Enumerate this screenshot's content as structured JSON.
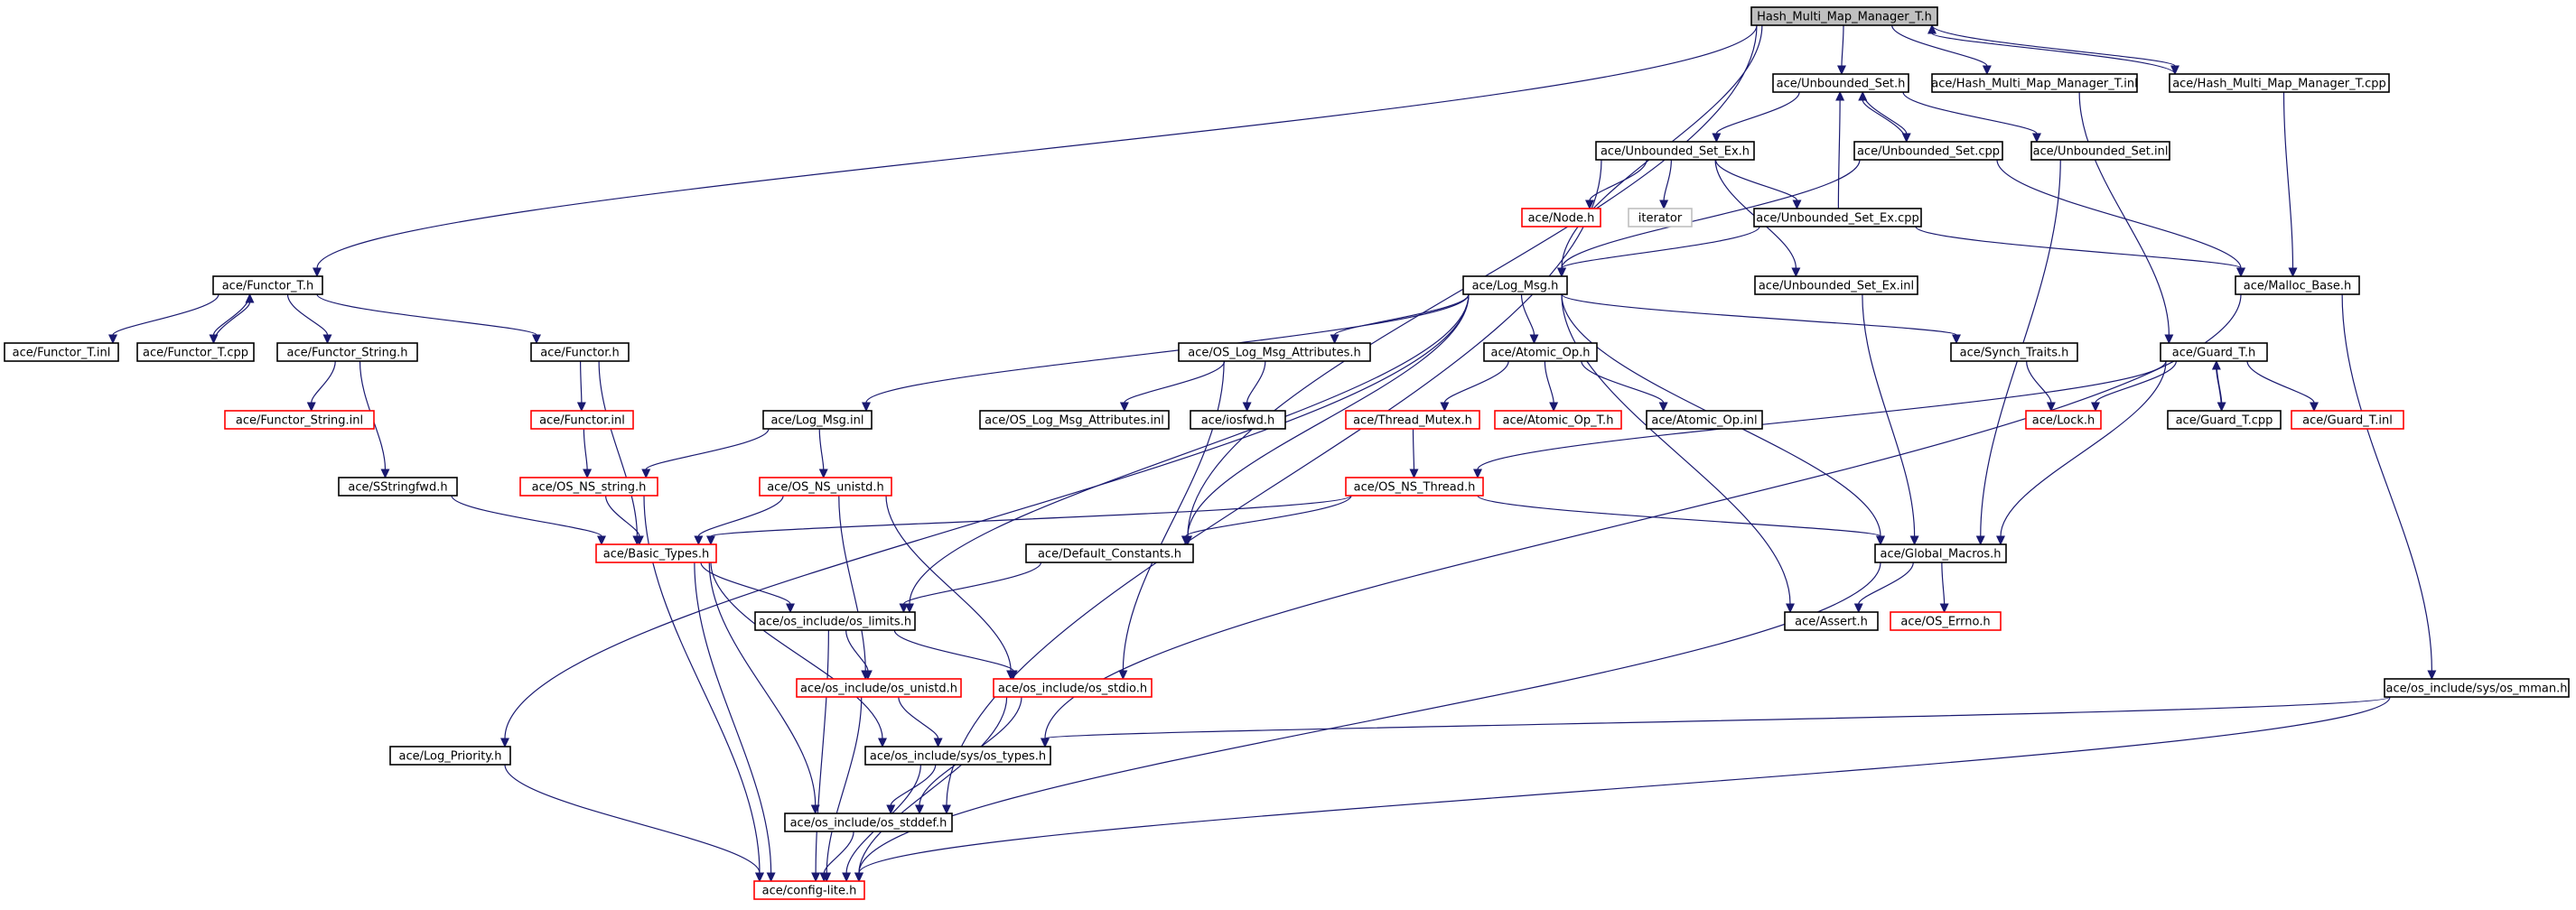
{
  "colors": {
    "edge": "#191970",
    "root_fill": "#bfbfbf",
    "normal_border": "#000000",
    "truncated_border": "#ff0000",
    "external_border": "#bfbfbf"
  },
  "nodes": [
    {
      "id": "root",
      "label": "Hash_Multi_Map_Manager_T.h",
      "style": "root"
    },
    {
      "id": "unbounded_set_h",
      "label": "ace/Unbounded_Set.h",
      "style": "normal"
    },
    {
      "id": "hmm_inl",
      "label": "ace/Hash_Multi_Map_Manager_T.inl",
      "style": "normal"
    },
    {
      "id": "hmm_cpp",
      "label": "ace/Hash_Multi_Map_Manager_T.cpp",
      "style": "normal"
    },
    {
      "id": "unbounded_set_ex_h",
      "label": "ace/Unbounded_Set_Ex.h",
      "style": "normal"
    },
    {
      "id": "unbounded_set_cpp",
      "label": "ace/Unbounded_Set.cpp",
      "style": "normal"
    },
    {
      "id": "unbounded_set_inl",
      "label": "ace/Unbounded_Set.inl",
      "style": "normal"
    },
    {
      "id": "node_h",
      "label": "ace/Node.h",
      "style": "truncated"
    },
    {
      "id": "iterator",
      "label": "iterator",
      "style": "external"
    },
    {
      "id": "unbounded_set_ex_cpp",
      "label": "ace/Unbounded_Set_Ex.cpp",
      "style": "normal"
    },
    {
      "id": "functor_t_h",
      "label": "ace/Functor_T.h",
      "style": "normal"
    },
    {
      "id": "log_msg_h",
      "label": "ace/Log_Msg.h",
      "style": "normal"
    },
    {
      "id": "unbounded_set_ex_inl",
      "label": "ace/Unbounded_Set_Ex.inl",
      "style": "normal"
    },
    {
      "id": "malloc_base_h",
      "label": "ace/Malloc_Base.h",
      "style": "normal"
    },
    {
      "id": "functor_t_inl",
      "label": "ace/Functor_T.inl",
      "style": "normal"
    },
    {
      "id": "functor_t_cpp",
      "label": "ace/Functor_T.cpp",
      "style": "normal"
    },
    {
      "id": "functor_string_h",
      "label": "ace/Functor_String.h",
      "style": "normal"
    },
    {
      "id": "functor_h",
      "label": "ace/Functor.h",
      "style": "normal"
    },
    {
      "id": "os_log_msg_attr_h",
      "label": "ace/OS_Log_Msg_Attributes.h",
      "style": "normal"
    },
    {
      "id": "atomic_op_h",
      "label": "ace/Atomic_Op.h",
      "style": "normal"
    },
    {
      "id": "synch_traits_h",
      "label": "ace/Synch_Traits.h",
      "style": "normal"
    },
    {
      "id": "guard_t_h",
      "label": "ace/Guard_T.h",
      "style": "normal"
    },
    {
      "id": "functor_string_inl",
      "label": "ace/Functor_String.inl",
      "style": "truncated"
    },
    {
      "id": "functor_inl",
      "label": "ace/Functor.inl",
      "style": "truncated"
    },
    {
      "id": "log_msg_inl",
      "label": "ace/Log_Msg.inl",
      "style": "normal"
    },
    {
      "id": "os_log_msg_attr_inl",
      "label": "ace/OS_Log_Msg_Attributes.inl",
      "style": "normal"
    },
    {
      "id": "iosfwd_h",
      "label": "ace/iosfwd.h",
      "style": "normal"
    },
    {
      "id": "thread_mutex_h",
      "label": "ace/Thread_Mutex.h",
      "style": "truncated"
    },
    {
      "id": "atomic_op_t_h",
      "label": "ace/Atomic_Op_T.h",
      "style": "truncated"
    },
    {
      "id": "atomic_op_inl",
      "label": "ace/Atomic_Op.inl",
      "style": "normal"
    },
    {
      "id": "lock_h",
      "label": "ace/Lock.h",
      "style": "truncated"
    },
    {
      "id": "guard_t_cpp",
      "label": "ace/Guard_T.cpp",
      "style": "normal"
    },
    {
      "id": "guard_t_inl",
      "label": "ace/Guard_T.inl",
      "style": "truncated"
    },
    {
      "id": "sstringfwd_h",
      "label": "ace/SStringfwd.h",
      "style": "normal"
    },
    {
      "id": "os_ns_string_h",
      "label": "ace/OS_NS_string.h",
      "style": "truncated"
    },
    {
      "id": "os_ns_unistd_h",
      "label": "ace/OS_NS_unistd.h",
      "style": "truncated"
    },
    {
      "id": "os_ns_thread_h",
      "label": "ace/OS_NS_Thread.h",
      "style": "truncated"
    },
    {
      "id": "basic_types_h",
      "label": "ace/Basic_Types.h",
      "style": "truncated"
    },
    {
      "id": "default_constants_h",
      "label": "ace/Default_Constants.h",
      "style": "normal"
    },
    {
      "id": "global_macros_h",
      "label": "ace/Global_Macros.h",
      "style": "normal"
    },
    {
      "id": "os_limits_h",
      "label": "ace/os_include/os_limits.h",
      "style": "normal"
    },
    {
      "id": "assert_h",
      "label": "ace/Assert.h",
      "style": "normal"
    },
    {
      "id": "os_errno_h",
      "label": "ace/OS_Errno.h",
      "style": "truncated"
    },
    {
      "id": "os_unistd_h",
      "label": "ace/os_include/os_unistd.h",
      "style": "truncated"
    },
    {
      "id": "os_stdio_h",
      "label": "ace/os_include/os_stdio.h",
      "style": "truncated"
    },
    {
      "id": "os_mman_h",
      "label": "ace/os_include/sys/os_mman.h",
      "style": "normal"
    },
    {
      "id": "log_priority_h",
      "label": "ace/Log_Priority.h",
      "style": "normal"
    },
    {
      "id": "os_types_h",
      "label": "ace/os_include/sys/os_types.h",
      "style": "normal"
    },
    {
      "id": "os_stddef_h",
      "label": "ace/os_include/os_stddef.h",
      "style": "normal"
    },
    {
      "id": "config_lite_h",
      "label": "ace/config-lite.h",
      "style": "truncated"
    }
  ],
  "edges": [
    [
      "root",
      "unbounded_set_h"
    ],
    [
      "root",
      "hmm_inl"
    ],
    [
      "root",
      "hmm_cpp"
    ],
    [
      "root",
      "functor_t_h"
    ],
    [
      "root",
      "log_msg_h"
    ],
    [
      "root",
      "default_constants_h"
    ],
    [
      "hmm_cpp",
      "root"
    ],
    [
      "hmm_cpp",
      "malloc_base_h"
    ],
    [
      "hmm_inl",
      "guard_t_h"
    ],
    [
      "unbounded_set_h",
      "unbounded_set_ex_h"
    ],
    [
      "unbounded_set_h",
      "unbounded_set_cpp"
    ],
    [
      "unbounded_set_h",
      "unbounded_set_inl"
    ],
    [
      "unbounded_set_cpp",
      "unbounded_set_h"
    ],
    [
      "unbounded_set_cpp",
      "malloc_base_h"
    ],
    [
      "unbounded_set_cpp",
      "log_msg_h"
    ],
    [
      "unbounded_set_inl",
      "global_macros_h"
    ],
    [
      "unbounded_set_ex_h",
      "node_h"
    ],
    [
      "unbounded_set_ex_h",
      "iterator"
    ],
    [
      "unbounded_set_ex_h",
      "unbounded_set_ex_cpp"
    ],
    [
      "unbounded_set_ex_h",
      "unbounded_set_ex_inl"
    ],
    [
      "unbounded_set_ex_h",
      "os_stddef_h"
    ],
    [
      "unbounded_set_ex_cpp",
      "unbounded_set_h"
    ],
    [
      "unbounded_set_ex_cpp",
      "malloc_base_h"
    ],
    [
      "unbounded_set_ex_cpp",
      "log_msg_h"
    ],
    [
      "unbounded_set_ex_inl",
      "global_macros_h"
    ],
    [
      "functor_t_h",
      "functor_t_inl"
    ],
    [
      "functor_t_h",
      "functor_t_cpp"
    ],
    [
      "functor_t_h",
      "functor_string_h"
    ],
    [
      "functor_t_h",
      "functor_h"
    ],
    [
      "functor_t_cpp",
      "functor_t_h"
    ],
    [
      "functor_string_h",
      "functor_string_inl"
    ],
    [
      "functor_string_h",
      "sstringfwd_h"
    ],
    [
      "functor_h",
      "functor_inl"
    ],
    [
      "functor_h",
      "basic_types_h"
    ],
    [
      "functor_inl",
      "os_ns_string_h"
    ],
    [
      "sstringfwd_h",
      "basic_types_h"
    ],
    [
      "log_msg_h",
      "log_priority_h"
    ],
    [
      "log_msg_h",
      "log_msg_inl"
    ],
    [
      "log_msg_h",
      "os_log_msg_attr_h"
    ],
    [
      "log_msg_h",
      "atomic_op_h"
    ],
    [
      "log_msg_h",
      "synch_traits_h"
    ],
    [
      "log_msg_h",
      "default_constants_h"
    ],
    [
      "log_msg_h",
      "global_macros_h"
    ],
    [
      "log_msg_h",
      "os_limits_h"
    ],
    [
      "log_msg_h",
      "assert_h"
    ],
    [
      "log_msg_inl",
      "os_ns_string_h"
    ],
    [
      "log_msg_inl",
      "os_ns_unistd_h"
    ],
    [
      "os_log_msg_attr_h",
      "os_log_msg_attr_inl"
    ],
    [
      "os_log_msg_attr_h",
      "iosfwd_h"
    ],
    [
      "os_log_msg_attr_h",
      "os_stdio_h"
    ],
    [
      "atomic_op_h",
      "thread_mutex_h"
    ],
    [
      "atomic_op_h",
      "atomic_op_t_h"
    ],
    [
      "atomic_op_h",
      "atomic_op_inl"
    ],
    [
      "thread_mutex_h",
      "os_ns_thread_h"
    ],
    [
      "synch_traits_h",
      "lock_h"
    ],
    [
      "guard_t_h",
      "lock_h"
    ],
    [
      "guard_t_h",
      "guard_t_cpp"
    ],
    [
      "guard_t_h",
      "guard_t_inl"
    ],
    [
      "guard_t_h",
      "global_macros_h"
    ],
    [
      "guard_t_h",
      "os_ns_thread_h"
    ],
    [
      "guard_t_cpp",
      "guard_t_h"
    ],
    [
      "malloc_base_h",
      "os_types_h"
    ],
    [
      "malloc_base_h",
      "os_mman_h"
    ],
    [
      "os_ns_string_h",
      "basic_types_h"
    ],
    [
      "os_ns_string_h",
      "config_lite_h"
    ],
    [
      "os_ns_unistd_h",
      "basic_types_h"
    ],
    [
      "os_ns_unistd_h",
      "os_unistd_h"
    ],
    [
      "os_ns_unistd_h",
      "os_stdio_h"
    ],
    [
      "os_ns_thread_h",
      "basic_types_h"
    ],
    [
      "os_ns_thread_h",
      "default_constants_h"
    ],
    [
      "os_ns_thread_h",
      "global_macros_h"
    ],
    [
      "basic_types_h",
      "os_limits_h"
    ],
    [
      "basic_types_h",
      "os_types_h"
    ],
    [
      "basic_types_h",
      "os_stddef_h"
    ],
    [
      "basic_types_h",
      "config_lite_h"
    ],
    [
      "default_constants_h",
      "os_limits_h"
    ],
    [
      "global_macros_h",
      "assert_h"
    ],
    [
      "global_macros_h",
      "os_errno_h"
    ],
    [
      "global_macros_h",
      "config_lite_h"
    ],
    [
      "os_limits_h",
      "os_unistd_h"
    ],
    [
      "os_limits_h",
      "os_stdio_h"
    ],
    [
      "os_limits_h",
      "config_lite_h"
    ],
    [
      "os_unistd_h",
      "os_types_h"
    ],
    [
      "os_unistd_h",
      "config_lite_h"
    ],
    [
      "os_stdio_h",
      "os_stddef_h"
    ],
    [
      "os_stdio_h",
      "config_lite_h"
    ],
    [
      "os_mman_h",
      "os_types_h"
    ],
    [
      "os_mman_h",
      "config_lite_h"
    ],
    [
      "log_priority_h",
      "config_lite_h"
    ],
    [
      "os_types_h",
      "os_stddef_h"
    ],
    [
      "os_types_h",
      "config_lite_h"
    ],
    [
      "os_stddef_h",
      "config_lite_h"
    ]
  ]
}
